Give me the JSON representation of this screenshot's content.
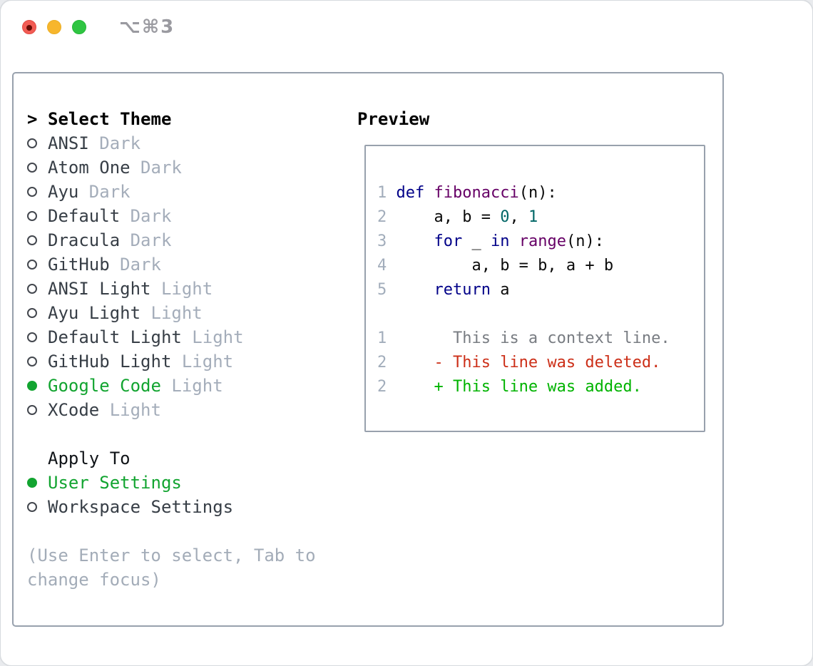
{
  "titlebar": {
    "shortcut": "⌥⌘3"
  },
  "select_theme": {
    "cursor": ">",
    "header": "Select Theme",
    "themes": [
      {
        "name": "ANSI",
        "variant": "Dark",
        "selected": false
      },
      {
        "name": "Atom One",
        "variant": "Dark",
        "selected": false
      },
      {
        "name": "Ayu",
        "variant": "Dark",
        "selected": false
      },
      {
        "name": "Default",
        "variant": "Dark",
        "selected": false
      },
      {
        "name": "Dracula",
        "variant": "Dark",
        "selected": false
      },
      {
        "name": "GitHub",
        "variant": "Dark",
        "selected": false
      },
      {
        "name": "ANSI Light",
        "variant": "Light",
        "selected": false
      },
      {
        "name": "Ayu Light",
        "variant": "Light",
        "selected": false
      },
      {
        "name": "Default Light",
        "variant": "Light",
        "selected": false
      },
      {
        "name": "GitHub Light",
        "variant": "Light",
        "selected": false
      },
      {
        "name": "Google Code",
        "variant": "Light",
        "selected": true
      },
      {
        "name": "XCode",
        "variant": "Light",
        "selected": false
      }
    ]
  },
  "apply_to": {
    "header": "Apply To",
    "options": [
      {
        "name": "User Settings",
        "selected": true
      },
      {
        "name": "Workspace Settings",
        "selected": false
      }
    ]
  },
  "help": {
    "line1": "(Use Enter to select, Tab to",
    "line2": "change focus)"
  },
  "preview": {
    "header": "Preview",
    "lines": [
      {
        "num": "1",
        "tokens": [
          {
            "t": "def",
            "c": "kw"
          },
          {
            "t": " ",
            "c": "pln"
          },
          {
            "t": "fibonacci",
            "c": "fn"
          },
          {
            "t": "(n):",
            "c": "pln"
          }
        ]
      },
      {
        "num": "2",
        "tokens": [
          {
            "t": "    a, b = ",
            "c": "pln"
          },
          {
            "t": "0",
            "c": "lit"
          },
          {
            "t": ", ",
            "c": "pln"
          },
          {
            "t": "1",
            "c": "lit"
          }
        ]
      },
      {
        "num": "3",
        "tokens": [
          {
            "t": "    ",
            "c": "pln"
          },
          {
            "t": "for",
            "c": "kw"
          },
          {
            "t": " _ ",
            "c": "pln"
          },
          {
            "t": "in",
            "c": "kw"
          },
          {
            "t": " ",
            "c": "pln"
          },
          {
            "t": "range",
            "c": "fn"
          },
          {
            "t": "(n):",
            "c": "pln"
          }
        ]
      },
      {
        "num": "4",
        "tokens": [
          {
            "t": "        a, b = b, a + b",
            "c": "pln"
          }
        ]
      },
      {
        "num": "5",
        "tokens": [
          {
            "t": "    ",
            "c": "pln"
          },
          {
            "t": "return",
            "c": "kw"
          },
          {
            "t": " a",
            "c": "pln"
          }
        ]
      },
      {
        "num": "",
        "tokens": []
      },
      {
        "num": "1",
        "tokens": [
          {
            "t": "      This is a context line.",
            "c": "ctx"
          }
        ]
      },
      {
        "num": "2",
        "tokens": [
          {
            "t": "    - This line was deleted.",
            "c": "del"
          }
        ]
      },
      {
        "num": "2",
        "tokens": [
          {
            "t": "    + This line was added.",
            "c": "add"
          }
        ]
      }
    ]
  },
  "colors": {
    "selected_green": "#12a430",
    "keyword": "#000088",
    "function_name": "#660066",
    "literal": "#006666",
    "diff_deleted": "#cc2f18",
    "diff_added": "#00b300",
    "line_number": "#a2adbb",
    "badge_gray": "#a4adba",
    "traffic_red": "#f25c54",
    "traffic_yellow": "#f7b62d",
    "traffic_green": "#2fc542"
  }
}
